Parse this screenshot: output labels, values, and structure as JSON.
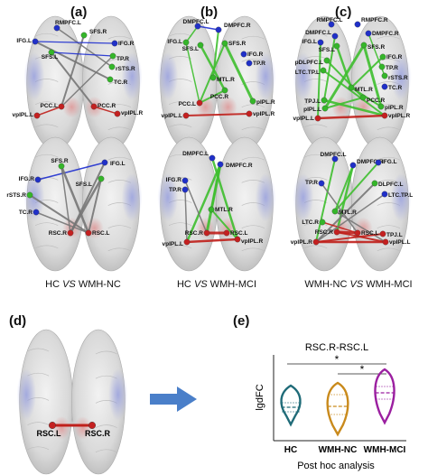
{
  "panels": {
    "a": "(a)",
    "b": "(b)",
    "c": "(c)",
    "d": "(d)",
    "e": "(e)"
  },
  "comparisons": {
    "a": {
      "prefix": "HC ",
      "vs": "VS",
      "suffix": " WMH-NC"
    },
    "b": {
      "prefix": "HC ",
      "vs": "VS",
      "suffix": " WMH-MCI"
    },
    "c": {
      "prefix": "WMH-NC ",
      "vs": "VS",
      "suffix": " WMH-MCI"
    }
  },
  "node_labels": {
    "a_top": [
      "RMPFC.L",
      "SFS.R",
      "IFG.L",
      "IFG.R",
      "SFS.L",
      "TP.R",
      "rSTS.R",
      "TC.R",
      "PCC.L",
      "PCC.R",
      "vpIPL.L",
      "vpIPL.R"
    ],
    "a_bot": [
      "SFS.R",
      "IFG.L",
      "IFG.R",
      "SFS.L",
      "rSTS.R",
      "TC.R",
      "RSC.R",
      "RSC.L"
    ],
    "b_top": [
      "DMPFC.L",
      "DMPFC.R",
      "IFG.L",
      "SFS.L",
      "SFS.R",
      "IFG.R",
      "TP.R",
      "MTL.R",
      "PCC.R",
      "PCC.L",
      "pIPL.R",
      "vpIPL.L",
      "vpIPL.R"
    ],
    "b_bot": [
      "DMPFC.R",
      "DMPFC.L",
      "IFG.R",
      "TP.R",
      "MTL.R",
      "RSC.R",
      "RSC.L",
      "vpIPL.L",
      "vpIPL.R"
    ],
    "c_top": [
      "RMPFC.L",
      "RMPFC.R",
      "DMPFC.L",
      "DMPFC.R",
      "IFG.L",
      "SFS.L",
      "SFS.R",
      "IFG.R",
      "pDLPFC.L",
      "TP.R",
      "LTC.TP.L",
      "rSTS.R",
      "TC.R",
      "MTL.R",
      "PCC.R",
      "TPJ.L",
      "pIPL.L",
      "pIPL.R",
      "vpIPL.L",
      "vpIPL.R"
    ],
    "c_bot": [
      "DMPFC.R",
      "DMPFC.L",
      "IFG.L",
      "DLPFC.L",
      "TP.R",
      "LTC.TP.L",
      "MTL.R",
      "LTC.R",
      "RSC.R",
      "RSC.L",
      "TPJ.L",
      "vpIPL.R",
      "vpIPL.L"
    ],
    "d": [
      "RSC.L",
      "RSC.R"
    ]
  },
  "violin": {
    "title": "RSC.R-RSC.L",
    "ylabel": "lgdFC",
    "xlabel": "Post hoc analysis",
    "groups": [
      "HC",
      "WMH-NC",
      "WMH-MCI"
    ],
    "colors": [
      "#1f6b78",
      "#c98a1c",
      "#9b1fa0"
    ],
    "significance": [
      "*",
      "*"
    ]
  },
  "colors": {
    "edge_green": "#3fbf2f",
    "edge_red": "#c0201b",
    "edge_blue": "#1f2fd0",
    "edge_gray": "#777777",
    "arrow": "#4a7fc9"
  }
}
